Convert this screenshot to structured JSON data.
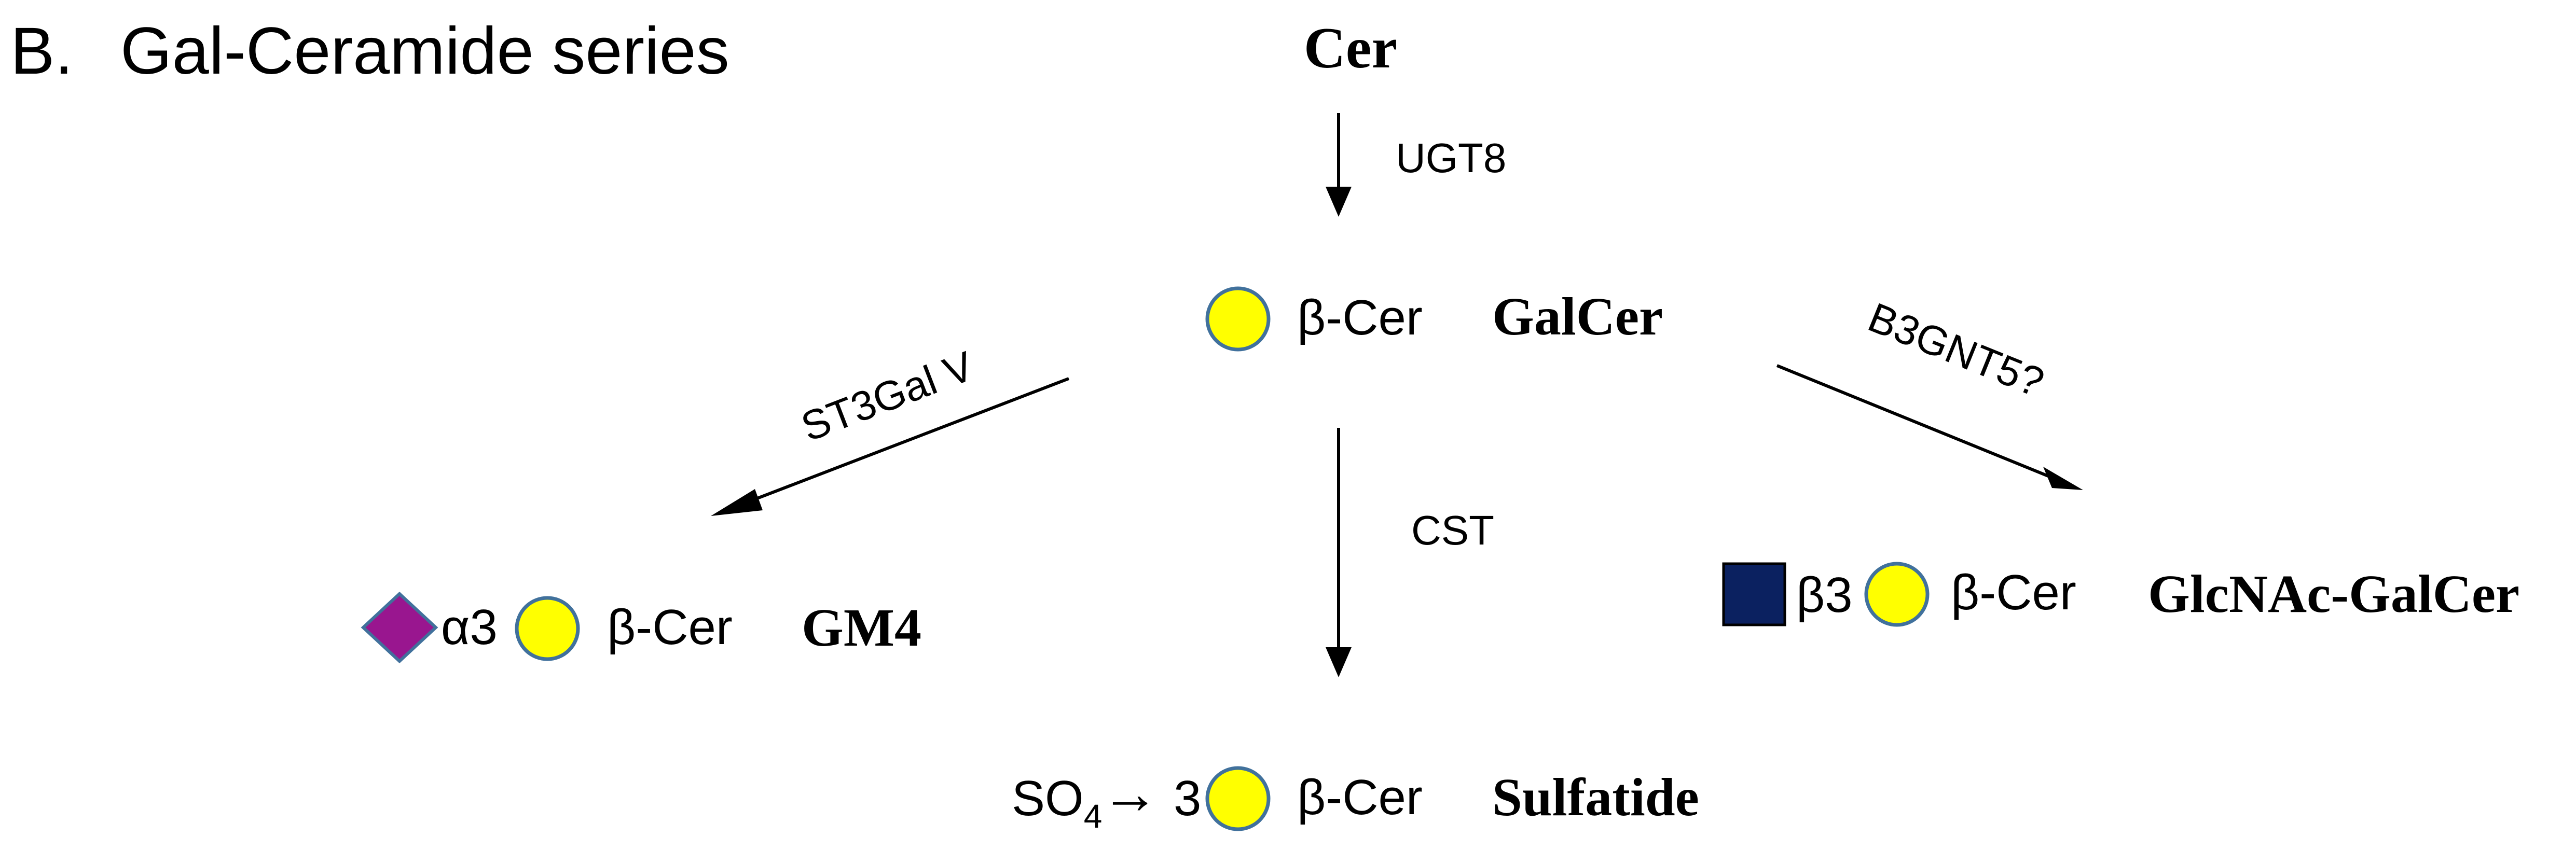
{
  "header": {
    "panel_letter": "B.",
    "title": "Gal-Ceramide series"
  },
  "compounds": {
    "cer": {
      "name": "Cer"
    },
    "galcer": {
      "name": "GalCer",
      "linkage": "β-Cer"
    },
    "gm4": {
      "name": "GM4",
      "link_gal": "α3",
      "linkage": "β-Cer"
    },
    "sulfatide": {
      "name": "Sulfatide",
      "so4_base": "SO",
      "so4_sub": "4",
      "so4_arrow": "→",
      "so4_pos": "3",
      "linkage": "β-Cer"
    },
    "glcnac_galcer": {
      "name": "GlcNAc-GalCer",
      "link_gal": "β3",
      "linkage": "β-Cer"
    }
  },
  "enzymes": {
    "ugt8": "UGT8",
    "st3gal": "ST3Gal V",
    "cst": "CST",
    "b3gnt5": "B3GNT5?"
  },
  "colors": {
    "galactose_fill": "#ffff00",
    "sugar_outline": "#41719c",
    "neu5ac_fill": "#99168f",
    "glcnac_fill": "#0b2160",
    "arrow": "#000000"
  },
  "icons": {
    "galactose": "yellow-circle",
    "neu5ac": "purple-diamond",
    "glcnac": "blue-square"
  }
}
